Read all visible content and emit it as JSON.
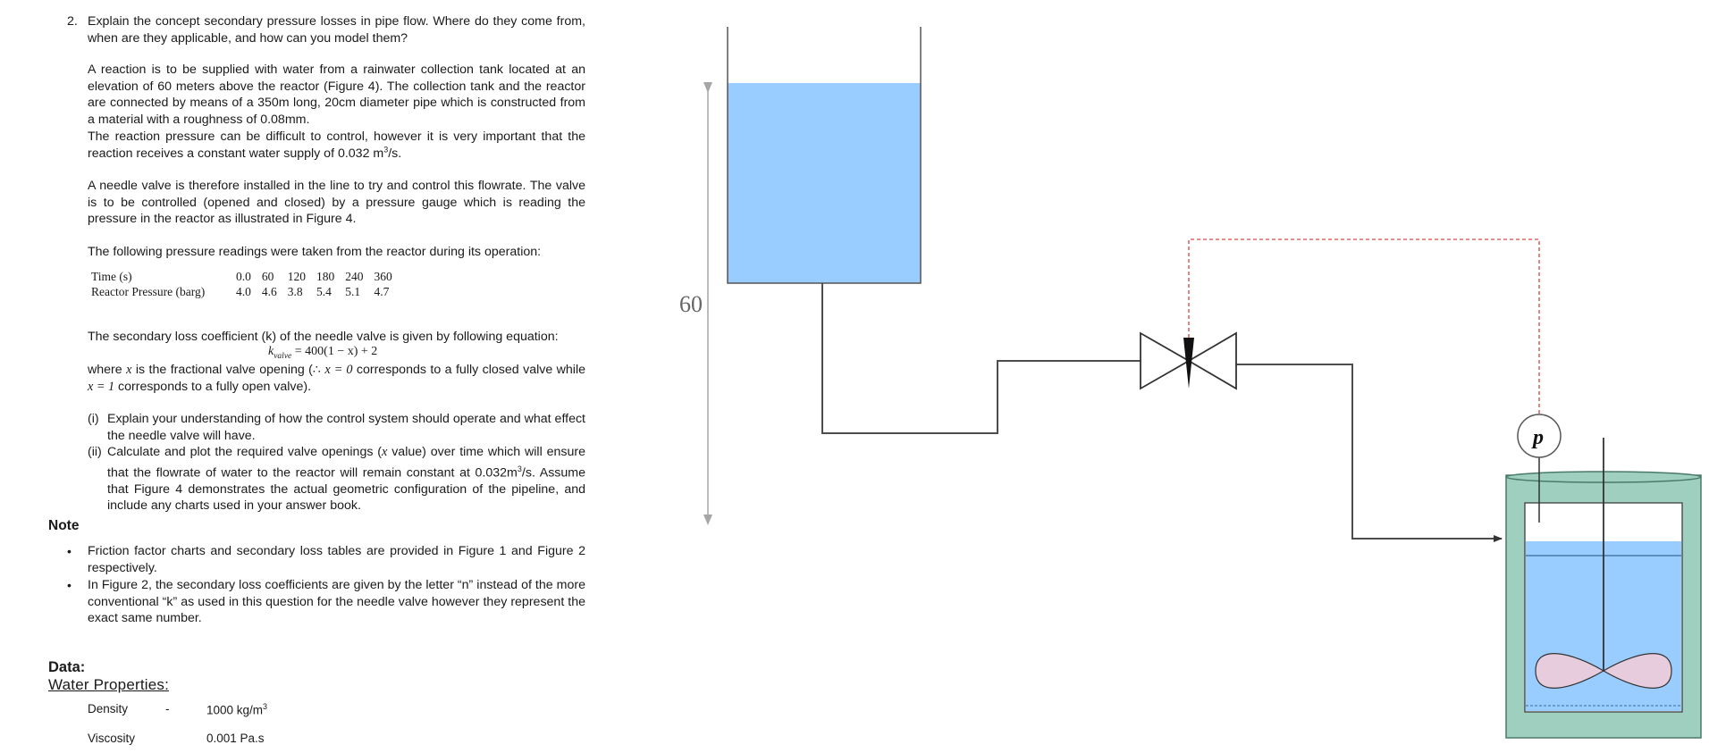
{
  "question": {
    "number": "2.",
    "intro": "Explain the concept secondary pressure losses in pipe flow. Where do they come from, when are they applicable, and how can you model them?",
    "para1": "A reaction is to be supplied with water from a rainwater collection tank located at an elevation of 60 meters above the reactor (Figure 4). The collection tank and the reactor are connected by means of a 350m long, 20cm diameter pipe which is constructed from a material with a roughness of 0.08mm.",
    "para2_prefix": "The reaction pressure can be difficult to control, however it is very important that the reaction receives a constant water supply of 0.032 m",
    "para2_sup": "3",
    "para2_suffix": "/s.",
    "para3": "A needle valve is therefore installed in the line to try and control this flowrate. The valve is to be controlled (opened and closed) by a pressure gauge which is reading the pressure in the reactor as illustrated in Figure 4.",
    "para4": "The following pressure readings were taken from the reactor during its operation:",
    "readings_table": {
      "rows": [
        {
          "label": "Time (s)",
          "values": [
            "0.0",
            "60",
            "120",
            "180",
            "240",
            "360"
          ]
        },
        {
          "label": "Reactor Pressure (barg)",
          "values": [
            "4.0",
            "4.6",
            "3.8",
            "5.4",
            "5.1",
            "4.7"
          ]
        }
      ]
    },
    "para5": "The secondary loss coefficient (k) of the needle valve is given by following equation:",
    "equation": {
      "lhs": "k",
      "lhs_sub": "valve",
      "rhs": " = 400(1 − x) + 2"
    },
    "para6": {
      "a": "where ",
      "x1": "x",
      "b": " is the fractional valve opening (∴ ",
      "x2": "x = 0",
      "c": " corresponds to a fully closed valve while ",
      "x3": "x = 1",
      "d": " corresponds to a fully open valve)."
    },
    "items": [
      {
        "marker": "(i)",
        "text": "Explain your understanding of how the control system should operate and what effect the needle valve will have."
      },
      {
        "marker": "(ii)",
        "text_a": "Calculate and plot the required valve openings (",
        "text_x": "x",
        "text_b": " value) over time which will ensure that the flowrate of water to the reactor will remain constant at 0.032m",
        "text_sup": "3",
        "text_c": "/s. Assume that Figure 4 demonstrates the actual geometric configuration of the pipeline, and include any charts used in your answer book."
      }
    ]
  },
  "note": {
    "heading": "Note",
    "bullets": [
      "Friction factor charts and secondary loss tables are provided in Figure 1 and Figure 2 respectively.",
      "In Figure 2, the secondary loss coefficients are given by the letter “n” instead of the more conventional “k” as used in this question for the needle valve however they represent the exact same number."
    ],
    "bullet_glyph": "•"
  },
  "data_section": {
    "heading": "Data:",
    "subheading": "Water Properties:",
    "properties": [
      {
        "name": "Density",
        "sep": "-",
        "value": "1000 kg/m",
        "sup": "3"
      },
      {
        "name": "Viscosity",
        "sep": "",
        "value": "0.001 Pa.s",
        "sup": ""
      }
    ]
  },
  "figure": {
    "elevation_label": "60",
    "gauge_label": "p",
    "colors": {
      "water": "#99ccff",
      "jacket": "#9fcfbf",
      "impeller": "#e6ccdc",
      "signal": "#e06666",
      "pipe": "#4d4d4d",
      "dimension": "#a6a6a6"
    }
  }
}
